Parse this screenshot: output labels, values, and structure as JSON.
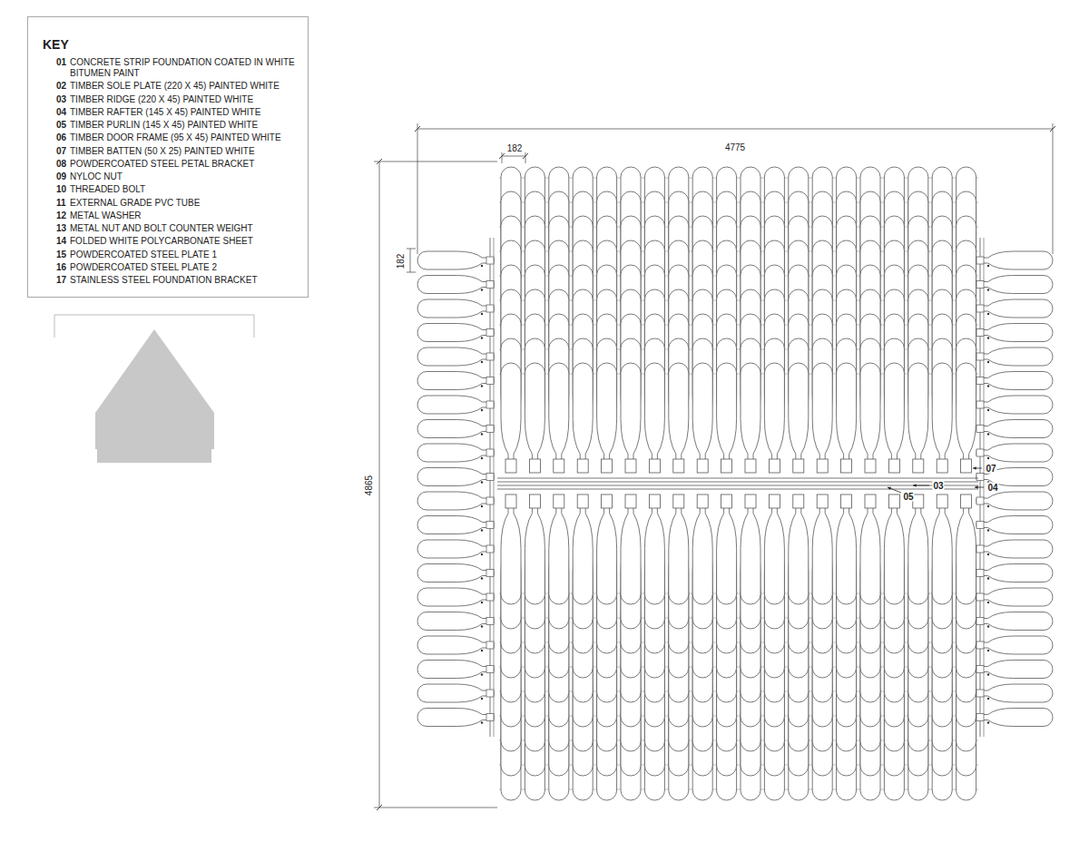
{
  "diagram": {
    "nodes": [
      {
        "text": [
          "KEY",
          "01",
          "CONCRETE STRIP FOUNDATION COATED IN WHITE BITUMEN PAINT",
          "02",
          "TIMBER SOLE PLATE (220 X 45) PAINTED WHITE",
          "03",
          "TIMBER RIDGE (220 X 45) PAINTED WHITE",
          "04",
          "TIMBER RAFTER (145 X 45) PAINTED WHITE",
          "05",
          "TIMBER PURLIN (145 X 45) PAINTED WHITE",
          "06",
          "TIMBER DOOR FRAME (95 X 45) PAINTED WHITE",
          "07",
          "TIMBER BATTEN (50 X 25) PAINTED WHITE",
          "08",
          "POWDERCOATED STEEL PETAL BRACKET",
          "09",
          "NYLOC NUT",
          "10",
          "THREADED BOLT",
          "11",
          "EXTERNAL GRADE PVC TUBE",
          "12",
          "METAL WASHER",
          "13",
          "METAL NUT AND BOLT COUNTER WEIGHT",
          "14",
          "FOLDED WHITE POLYCARBONATE SHEET",
          "15",
          "POWDERCOATED STEEL PLATE 1",
          "16",
          "POWDERCOATED STEEL PLATE 2",
          "17",
          "STAINLESS STEEL FOUNDATION BRACKET"
        ]
      }
    ],
    "labels": [
      "4775",
      "182",
      "182",
      "4865",
      "07",
      "03",
      "04",
      "05"
    ]
  }
}
